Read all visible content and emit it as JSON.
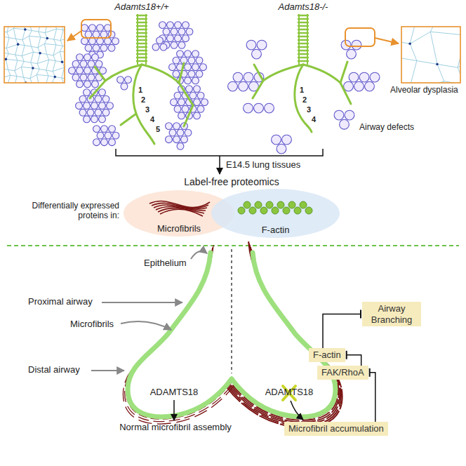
{
  "diagram": {
    "nodes": [
      {
        "text": [
          "Microfibrils"
        ]
      },
      {
        "text": [
          "F-actin"
        ]
      },
      {
        "text": [
          "Airway Branching"
        ]
      },
      {
        "text": [
          "F-actin"
        ]
      },
      {
        "text": [
          "FAK/RhoA"
        ]
      },
      {
        "text": [
          "Microfibril accumulation"
        ]
      }
    ],
    "edges": [
      {
        "from": 3,
        "to": 2,
        "arrow": "to"
      },
      {
        "from": 4,
        "to": 3,
        "arrow": "to"
      },
      {
        "from": 5,
        "to": 4,
        "arrow": "to"
      }
    ],
    "labels": [
      "Adamts18+/+",
      "Adamts18-/-",
      "1",
      "2",
      "3",
      "4",
      "5",
      "1",
      "2",
      "3",
      "4",
      "Alveolar dysplasia",
      "Airway defects",
      "E14.5 lung tissues",
      "Label-free proteomics",
      "Differentially expressed proteins in:",
      "Epithelium",
      "Proximal airway",
      "Microfibrils",
      "Distal airway",
      "ADAMTS18",
      "Normal microfibril assembly",
      "ADAMTS18"
    ]
  }
}
